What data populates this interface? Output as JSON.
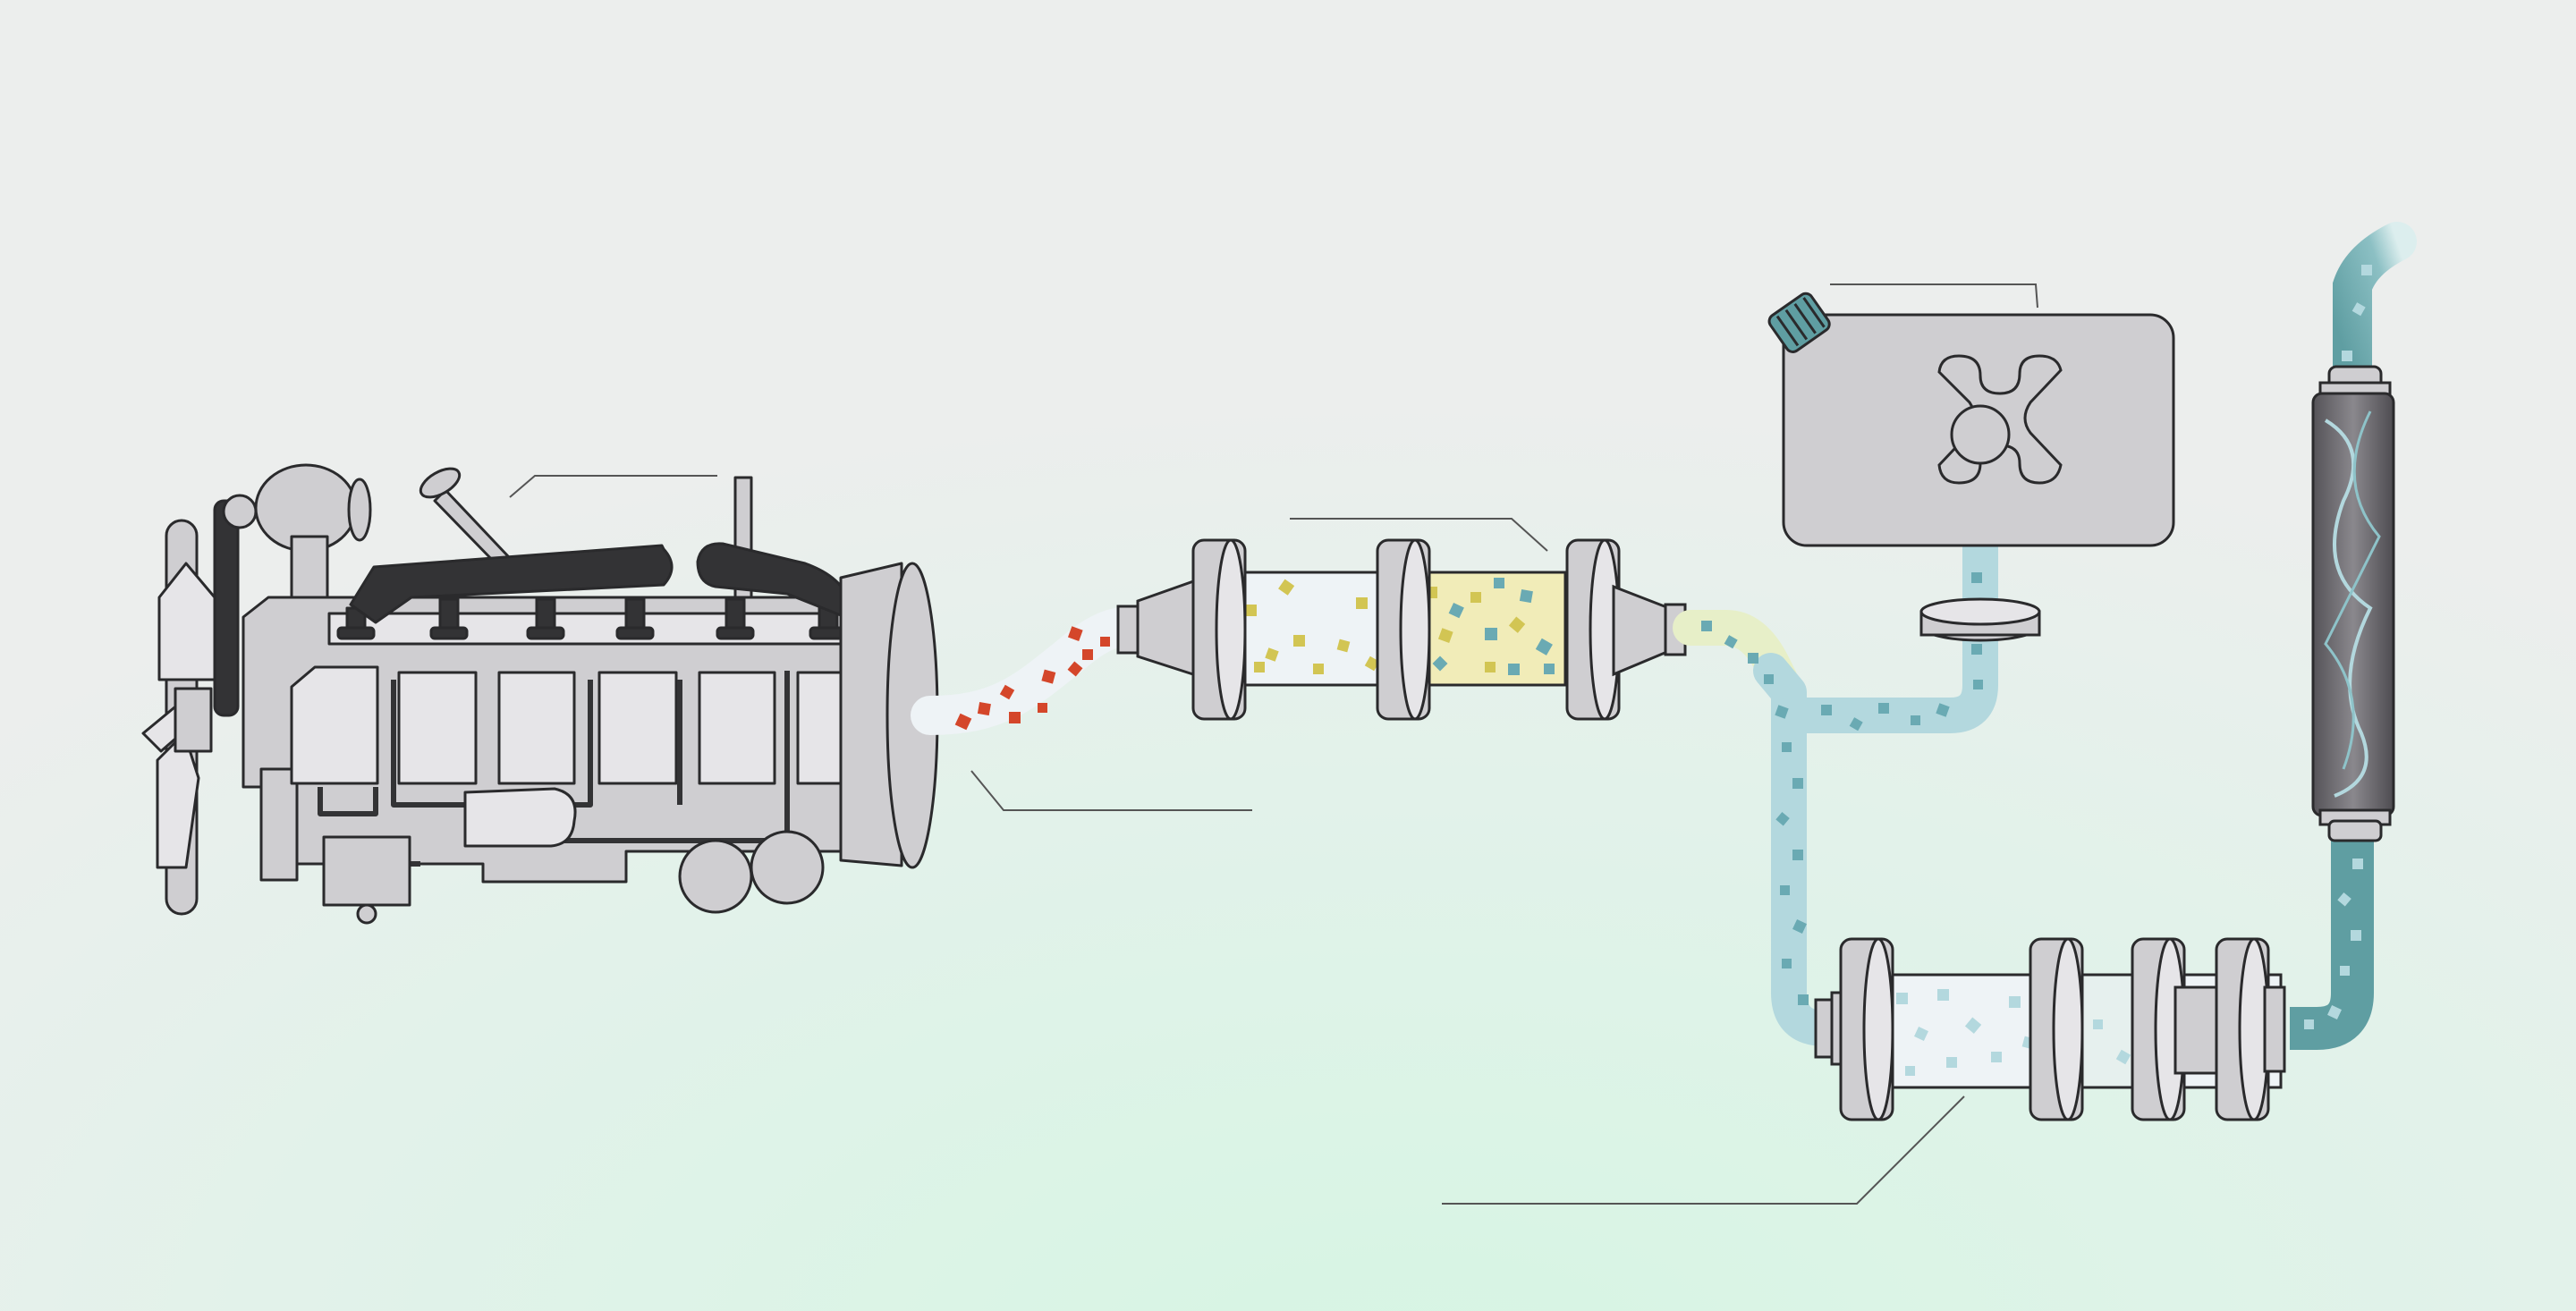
{
  "diagram": {
    "kind": "diesel-exhaust-aftertreatment-system",
    "labels": [],
    "components": [
      {
        "id": "engine",
        "icon": "diesel-engine-icon"
      },
      {
        "id": "oxidation-catalyst",
        "icon": "catalyst-canister-icon"
      },
      {
        "id": "fluid-tank",
        "icon": "fluid-tank-icon"
      },
      {
        "id": "reduction-catalyst",
        "icon": "catalyst-canister-icon"
      },
      {
        "id": "muffler",
        "icon": "muffler-icon"
      }
    ],
    "colors": {
      "background_top": "#eceeed",
      "background_glow": "#d6f5e3",
      "metal": "#cfced1",
      "metal_light": "#e6e5e8",
      "outline": "#2a2a2c",
      "manifold": "#333335",
      "raw_exhaust": "#d4462a",
      "doc_fill": "#f1ecb8",
      "doc_particles": "#d2c553",
      "teal_pipe": "#b3d8de",
      "teal_particles": "#6aaab3",
      "dark_teal": "#5f9ea2",
      "muffler_dark": "#6f6d71",
      "leader_line": "#555555"
    }
  }
}
